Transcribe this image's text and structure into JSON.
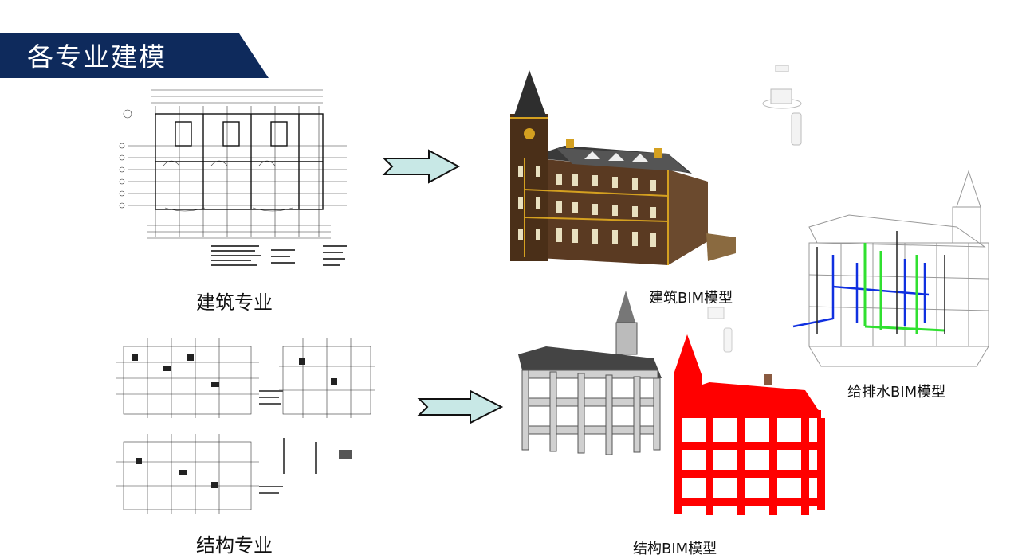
{
  "slide": {
    "title": "各专业建模",
    "accent_color": "#0e2a5c"
  },
  "sections": {
    "architecture": {
      "drawing_label": "建筑专业",
      "model_label": "建筑BIM模型"
    },
    "structure": {
      "drawing_label": "结构专业",
      "model_label": "结构BIM模型"
    },
    "plumbing": {
      "model_label": "给排水BIM模型"
    }
  },
  "colors": {
    "arrow_fill": "#c8e8e6",
    "arch_model_wall": "#5a3a22",
    "arch_model_trim": "#d4a020",
    "struct_red": "#ff0000",
    "pipe_blue": "#1030e0",
    "pipe_green": "#30e030"
  },
  "icons": {
    "arrow": "right-arrow-icon",
    "view_cube": "view-cube-icon",
    "nav_bar": "navigation-bar-icon"
  }
}
